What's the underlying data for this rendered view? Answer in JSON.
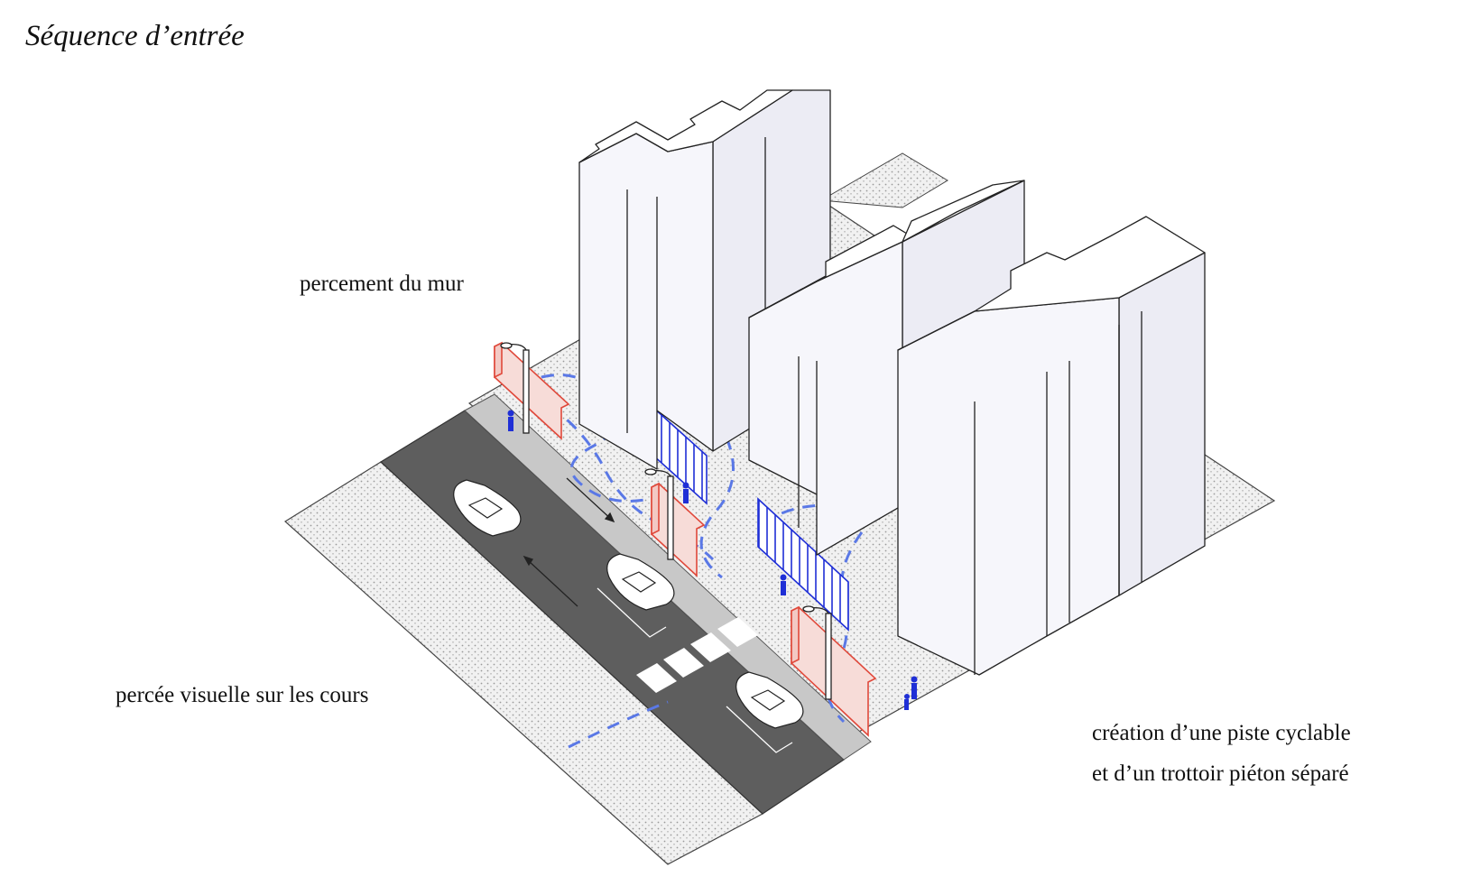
{
  "title": "Séquence d’entrée",
  "labels": {
    "mur": "percement du mur",
    "visuelle": "percée visuelle sur les cours",
    "cyclable_line1": "création d’une piste cyclable",
    "cyclable_line2": "et d’un trottoir piéton séparé"
  },
  "colors": {
    "ground": "#e9e9e9",
    "road": "#5e5e5e",
    "sidewalk": "#c8c8c8",
    "building_face": "#f6f6fb",
    "building_stroke": "#222222",
    "wall_fill": "#f7dcd8",
    "wall_stroke": "#e0483a",
    "gate_stroke": "#1f2fd6",
    "path_dash": "#5a78e6"
  }
}
